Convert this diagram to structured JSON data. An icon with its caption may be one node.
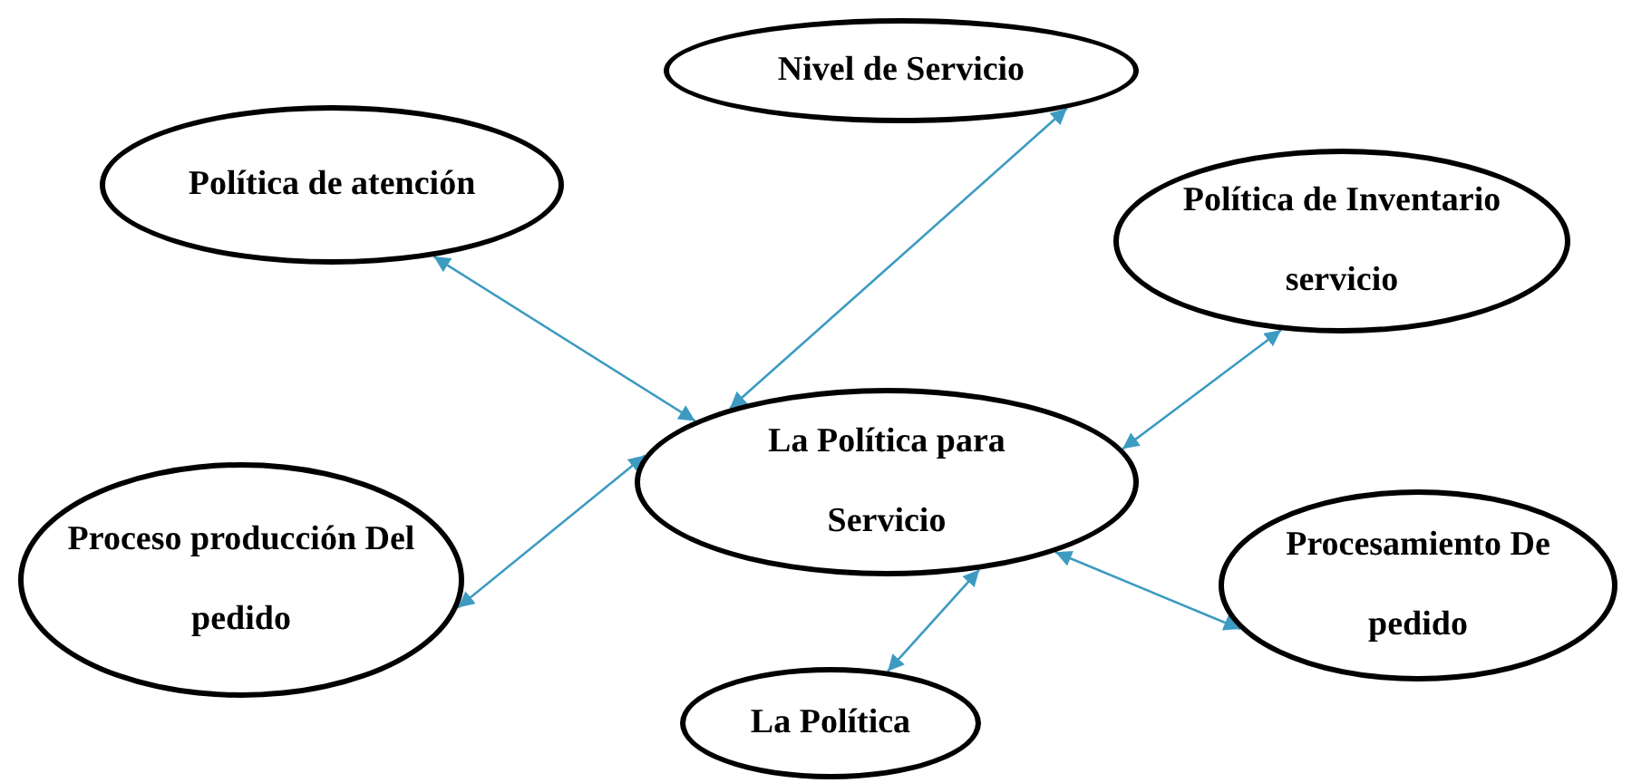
{
  "diagram": {
    "nodes": [
      {
        "text": [
          "Nivel de Servicio"
        ]
      },
      {
        "text": [
          "Política de atención"
        ]
      },
      {
        "text": [
          "Política de Inventario servicio"
        ]
      },
      {
        "text": [
          "La Política para Servicio"
        ]
      },
      {
        "text": [
          "Proceso producción Del pedido"
        ]
      },
      {
        "text": [
          "Procesamiento De pedido"
        ]
      },
      {
        "text": [
          "La Política"
        ]
      }
    ],
    "edges": [
      {
        "from": 3,
        "to": 1,
        "arrow": "both"
      },
      {
        "from": 3,
        "to": 0,
        "arrow": "both"
      },
      {
        "from": 3,
        "to": 2,
        "arrow": "both"
      },
      {
        "from": 3,
        "to": 4,
        "arrow": "both"
      },
      {
        "from": 3,
        "to": 5,
        "arrow": "both"
      },
      {
        "from": 3,
        "to": 6,
        "arrow": "both"
      }
    ]
  }
}
